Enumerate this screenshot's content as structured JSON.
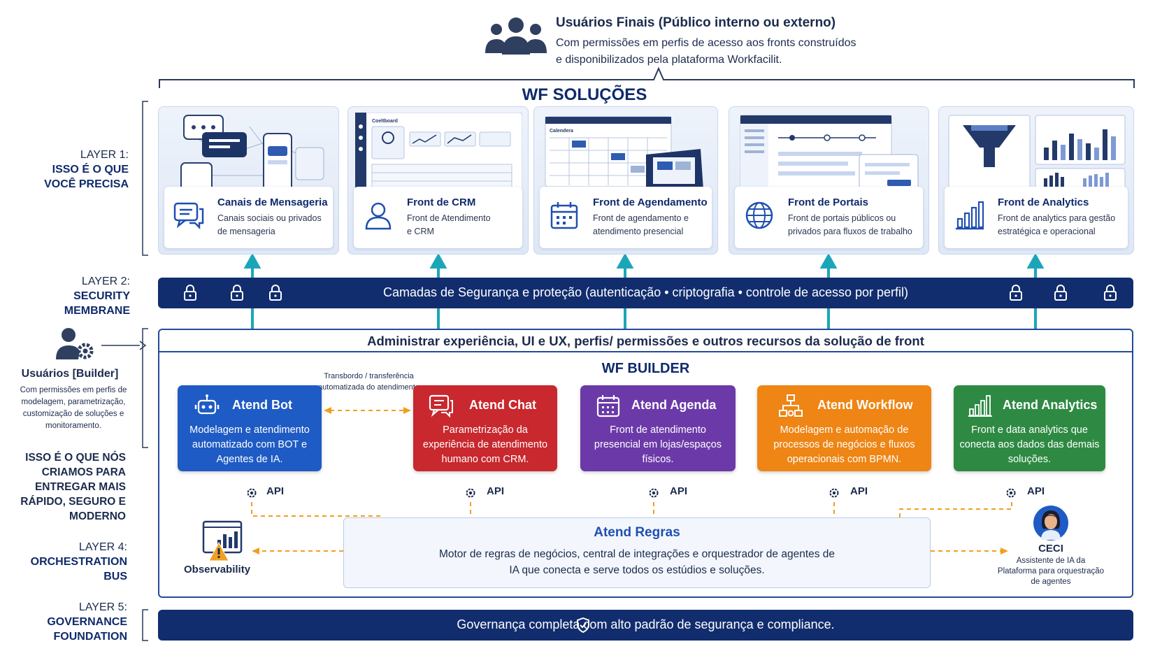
{
  "top": {
    "title": "Usuários Finais (Público interno ou externo)",
    "desc_line1": "Com permissões em perfis de acesso aos fronts construídos",
    "desc_line2": "e disponibilizados pela plataforma Workfacilit.",
    "icon": "users-group-icon"
  },
  "layers": {
    "l1_a": "LAYER 1:",
    "l1_b": "ISSO É O QUE",
    "l1_c": "VOCÊ PRECISA",
    "l2_a": "LAYER 2:",
    "l2_b": "SECURITY MEMBRANE",
    "l4_a": "LAYER 4:",
    "l4_b": "ORCHESTRATION BUS",
    "l5_a": "LAYER 5:",
    "l5_b": "GOVERNANCE",
    "l5_c": "FOUNDATION"
  },
  "solutions": {
    "title": "WF SOLUÇÕES",
    "cards": [
      {
        "name": "Canais de Mensageria",
        "desc1": "Canais sociais ou privados",
        "desc2": "de mensageria",
        "icon": "chat-bubbles-icon"
      },
      {
        "name": "Front de CRM",
        "desc1": "Front de Atendimento",
        "desc2": "e CRM",
        "icon": "user-icon",
        "art_label": "Coeltboard"
      },
      {
        "name": "Front de Agendamento",
        "desc1": "Front de agendamento e",
        "desc2": "atendimento presencial",
        "icon": "calendar-icon",
        "art_label": "Calendera"
      },
      {
        "name": "Front de Portais",
        "desc1": "Front de portais públicos ou",
        "desc2": "privados para fluxos de trabalho",
        "icon": "globe-icon"
      },
      {
        "name": "Front de Analytics",
        "desc1": "Front de analytics para gestão",
        "desc2": "estratégica e operacional",
        "icon": "bar-chart-icon"
      }
    ]
  },
  "security": {
    "text": "Camadas de Segurança e proteção (autenticação • criptografia • controle de acesso por perfil)",
    "icon": "lock-icon"
  },
  "builder": {
    "admin_text": "Administrar experiência, UI e UX, perfis/ permissões e outros recursos da solução de front",
    "title": "WF BUILDER",
    "transbordo": "Transbordo / transferência automatizada do atendimento",
    "api_label": "API",
    "modules": [
      {
        "name": "Atend Bot",
        "desc": "Modelagem e atendimento automatizado com BOT e Agentes de IA.",
        "color": "#1f5bc4",
        "icon": "robot-icon"
      },
      {
        "name": "Atend Chat",
        "desc": "Parametrização da experiência de atendimento humano com CRM.",
        "color": "#c8282e",
        "icon": "chat-icon"
      },
      {
        "name": "Atend Agenda",
        "desc": "Front de atendimento presencial em lojas/espaços físicos.",
        "color": "#6b3aa8",
        "icon": "calendar-icon"
      },
      {
        "name": "Atend Workflow",
        "desc": "Modelagem e automação de processos de negócios e fluxos operacionais com BPMN.",
        "color": "#ee8514",
        "icon": "workflow-icon"
      },
      {
        "name": "Atend Analytics",
        "desc": "Front e data analytics que conecta aos dados das demais soluções.",
        "color": "#2e8a43",
        "icon": "bar-chart-icon"
      }
    ],
    "regras_title": "Atend Regras",
    "regras_desc1": "Motor de regras de negócios, central de  integrações e orquestrador de agentes de",
    "regras_desc2": "IA que conecta e serve todos os estúdios e soluções.",
    "observability": "Observability",
    "ceci_name": "CECI",
    "ceci_desc": "Assistente de IA da Plataforma para orquestração de agentes"
  },
  "builder_users": {
    "title": "Usuários [Builder]",
    "desc": "Com permissões em perfis de modelagem, parametrização, customização de soluções e monitoramento.",
    "claim1": "ISSO É O QUE NÓS",
    "claim2": "CRIAMOS PARA",
    "claim3": "ENTREGAR MAIS",
    "claim4": "RÁPIDO, SEGURO E",
    "claim5": "MODERNO",
    "icon": "user-gear-icon"
  },
  "governance": {
    "text": "Governança completa com alto padrão de segurança e compliance.",
    "icon": "shield-check-icon"
  },
  "colors": {
    "navy": "#112d6e",
    "teal_arrow": "#1ba6b8",
    "orange_dashed": "#f0a020"
  }
}
